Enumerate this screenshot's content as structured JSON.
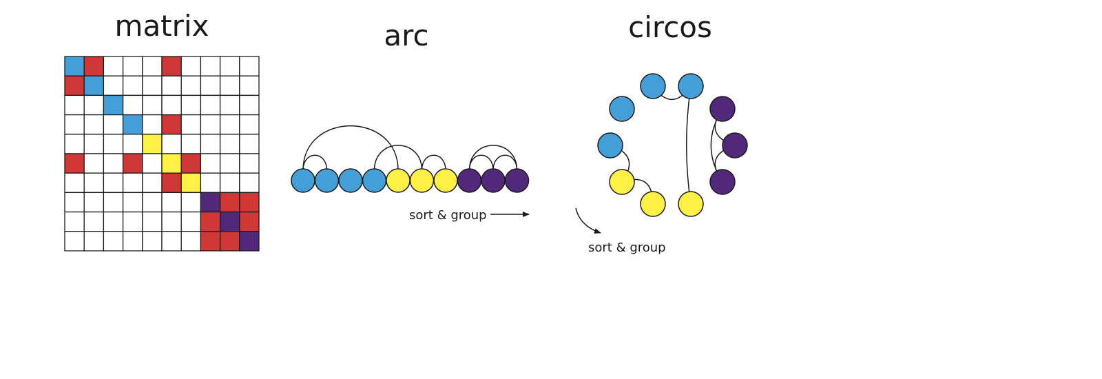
{
  "titles": {
    "matrix": "matrix",
    "arc": "arc",
    "circos": "circos"
  },
  "labels": {
    "arc_sort": "sort & group",
    "circos_sort": "sort & group"
  },
  "colors": {
    "blue": "#449fd8",
    "red": "#d03838",
    "yellow": "#fef047",
    "purple": "#52287a",
    "empty": "#ffffff",
    "stroke": "#1a1a1a"
  },
  "matrix": {
    "rows": [
      [
        "blue",
        "red",
        "",
        "",
        "",
        "red",
        "",
        "",
        "",
        ""
      ],
      [
        "red",
        "blue",
        "",
        "",
        "",
        "",
        "",
        "",
        "",
        ""
      ],
      [
        "",
        "",
        "blue",
        "",
        "",
        "",
        "",
        "",
        "",
        ""
      ],
      [
        "",
        "",
        "",
        "blue",
        "",
        "red",
        "",
        "",
        "",
        ""
      ],
      [
        "",
        "",
        "",
        "",
        "yellow",
        "",
        "",
        "",
        "",
        ""
      ],
      [
        "red",
        "",
        "",
        "red",
        "",
        "yellow",
        "red",
        "",
        "",
        ""
      ],
      [
        "",
        "",
        "",
        "",
        "",
        "red",
        "yellow",
        "",
        "",
        ""
      ],
      [
        "",
        "",
        "",
        "",
        "",
        "",
        "",
        "purple",
        "red",
        "red"
      ],
      [
        "",
        "",
        "",
        "",
        "",
        "",
        "",
        "red",
        "purple",
        "red"
      ],
      [
        "",
        "",
        "",
        "",
        "",
        "",
        "",
        "red",
        "red",
        "purple"
      ]
    ]
  },
  "arc": {
    "nodes": [
      "blue",
      "blue",
      "blue",
      "blue",
      "yellow",
      "yellow",
      "yellow",
      "purple",
      "purple",
      "purple"
    ],
    "links": [
      [
        0,
        1
      ],
      [
        0,
        4
      ],
      [
        3,
        5
      ],
      [
        5,
        6
      ],
      [
        7,
        8
      ],
      [
        8,
        9
      ],
      [
        7,
        9
      ]
    ]
  },
  "circos": {
    "nodes": [
      "blue",
      "blue",
      "blue",
      "blue",
      "purple",
      "purple",
      "purple",
      "yellow",
      "yellow",
      "yellow"
    ],
    "links": [
      [
        1,
        2
      ],
      [
        2,
        9
      ],
      [
        3,
        7
      ],
      [
        4,
        5
      ],
      [
        5,
        6
      ],
      [
        4,
        6
      ],
      [
        7,
        8
      ]
    ]
  }
}
